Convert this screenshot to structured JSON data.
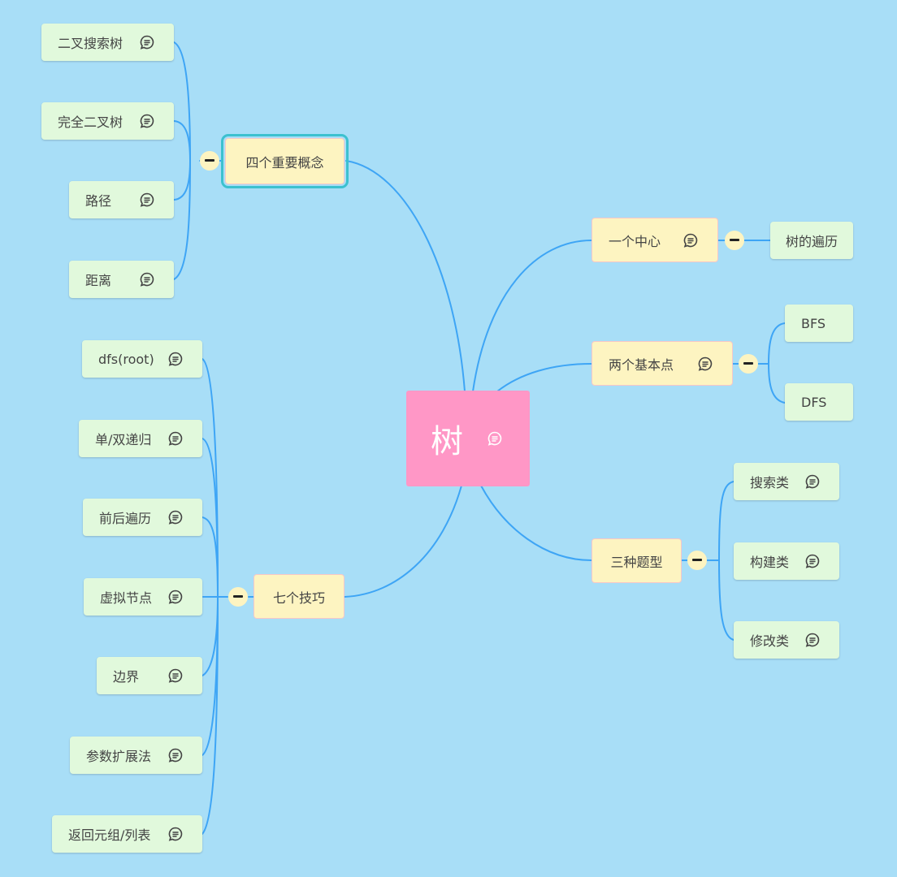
{
  "colors": {
    "background": "#a8def7",
    "link": "#3ea5f5",
    "root": "#ff97c6",
    "branch": "#fdf4c1",
    "leaf": "#e1f9dc",
    "selected_outline": "#3cc1cf"
  },
  "icons": {
    "comment": "comment-bubble-icon",
    "toggle": "collapse-minus-icon"
  },
  "root": {
    "label": "树"
  },
  "branches": {
    "four_concepts": {
      "label": "四个重要概念",
      "children": [
        "二叉搜索树",
        "完全二叉树",
        "路径",
        "距离"
      ]
    },
    "seven_tricks": {
      "label": "七个技巧",
      "children": [
        "dfs(root)",
        "单/双递归",
        "前后遍历",
        "虚拟节点",
        "边界",
        "参数扩展法",
        "返回元组/列表"
      ]
    },
    "one_center": {
      "label": "一个中心",
      "children": [
        "树的遍历"
      ]
    },
    "two_points": {
      "label": "两个基本点",
      "children": [
        "BFS",
        "DFS"
      ]
    },
    "three_types": {
      "label": "三种题型",
      "children": [
        "搜索类",
        "构建类",
        "修改类"
      ]
    }
  }
}
